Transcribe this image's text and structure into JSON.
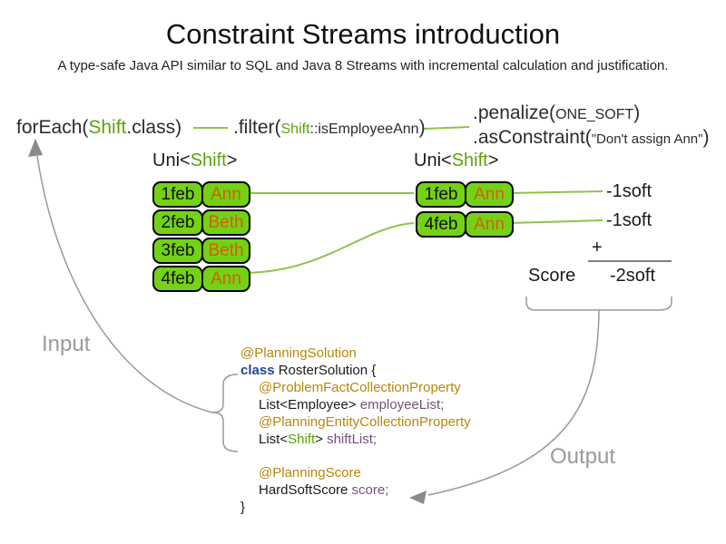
{
  "title": "Constraint Streams introduction",
  "subtitle": "A type-safe Java API similar to SQL and Java 8 Streams with incremental calculation and justification.",
  "pipeline": {
    "foreach": {
      "prefix": "forEach(",
      "class_name": "Shift",
      "suffix": ".class)"
    },
    "filter": {
      "prefix": ".filter(",
      "arg_class": "Shift",
      "arg_rest": "::isEmployeeAnn",
      "suffix": ")"
    },
    "penalize": {
      "prefix": ".penalize(",
      "arg": "ONE_SOFT",
      "suffix": ")"
    },
    "as_constraint": {
      "prefix": ".asConstraint(",
      "arg": "\"Don't assign Ann\"",
      "suffix": ")"
    }
  },
  "streams": {
    "input_stream": {
      "type_prefix": "Uni<",
      "type_name": "Shift",
      "type_suffix": ">",
      "rows": [
        {
          "date": "1feb",
          "employee": "Ann"
        },
        {
          "date": "2feb",
          "employee": "Beth"
        },
        {
          "date": "3feb",
          "employee": "Beth"
        },
        {
          "date": "4feb",
          "employee": "Ann"
        }
      ]
    },
    "filtered_stream": {
      "type_prefix": "Uni<",
      "type_name": "Shift",
      "type_suffix": ">",
      "rows": [
        {
          "date": "1feb",
          "employee": "Ann"
        },
        {
          "date": "4feb",
          "employee": "Ann"
        }
      ]
    }
  },
  "penalties": [
    "-1soft",
    "-1soft"
  ],
  "score_summary": {
    "plus_sign": "+",
    "score_label": "Score",
    "total": "-2soft"
  },
  "labels": {
    "input": "Input",
    "output": "Output"
  },
  "code": {
    "annotation_solution": "@PlanningSolution",
    "class_keyword": "class",
    "class_decl": " RosterSolution {",
    "annotation_problem_fact": "@ProblemFactCollectionProperty",
    "employee_type": "List<Employee> ",
    "employee_field": "employeeList;",
    "annotation_planning_entity": "@PlanningEntityCollectionProperty",
    "shift_type_prefix": "List<",
    "shift_type_name": "Shift",
    "shift_type_suffix": "> ",
    "shift_field": "shiftList;",
    "annotation_planning_score": "@PlanningScore",
    "score_type": "HardSoftScore ",
    "score_field": "score;",
    "closing_brace": "}"
  },
  "colors": {
    "cell_green": "#73d216",
    "text_green": "#5ba30e",
    "employee_orange": "#d45f06",
    "connector_green": "#8ec44a",
    "annotation_gold": "#b8860b",
    "keyword_blue": "#204a87",
    "field_purple": "#75507b",
    "gray": "#999999"
  }
}
